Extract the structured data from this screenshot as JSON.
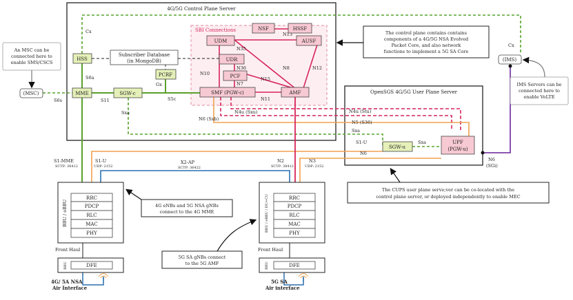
{
  "servers": {
    "control_plane_title": "4G/5G Control Plane Server",
    "user_plane_title": "OpenSGS 4G/5G User Plane Server"
  },
  "sbi": {
    "title": "SBI Connections"
  },
  "nodes": {
    "nsf": "NSF",
    "hssf": "HSSF",
    "udm": "UDM",
    "ausf": "AUSF",
    "udr": "UDR",
    "pcf": "PCF",
    "smf": "SMF (PGW-c)",
    "amf": "AMF",
    "hss": "HSS",
    "mme": "MME",
    "sgwc": "SGW-c",
    "pcrf": "PCRF",
    "subscriber_db_line1": "Subscriber Database",
    "subscriber_db_line2": "(in MongoDB)",
    "msc": "(MSC)",
    "ims": "(IMS)",
    "sgwu": "SGW-u",
    "upf_line1": "UPF",
    "upf_line2": "(PGW-u)"
  },
  "interfaces": {
    "cx_left": "Cx",
    "cx_right": "Cx",
    "s6a": "S6a",
    "s6s": "S6s",
    "s11": "S11",
    "s5c": "S5c",
    "gx": "Gx",
    "sxa_cp": "Sxa",
    "n13": "N13",
    "n35": "N35",
    "n36": "N36",
    "n7": "N7",
    "n10": "N10",
    "n8": "N8",
    "n12": "N12",
    "n15": "N15",
    "n11": "N11",
    "n4u_sxu": "N4u (Sxu)",
    "n6_sxb": "N6 (Sxb)",
    "n4u_stu": "N4u (Stu)",
    "n5_s36": "N5 (S36)",
    "sxa_up": "Sxa",
    "s1u_up": "S1-U",
    "sxa_sgw": "Sxa",
    "n6_up": "N6",
    "n6_sgi_line1": "N6",
    "n6_sgi_line2": "(SGi)",
    "s1_mme": "S1-MME",
    "s1_mme_port": "SCTP: 36412",
    "s1_u": "S1-U",
    "s1_u_port": "UDP: 2152",
    "x2_ap": "X2-AP",
    "x2_ap_port": "SCTP: 36422",
    "n2": "N2",
    "n2_port": "SCTP: 38412",
    "n3": "N3",
    "n3_port": "UDP: 2152"
  },
  "notes": {
    "control_plane": [
      "The control plane contains contains",
      "components of a 4G/5G NSA Evolved",
      "Packet Core, and also network",
      "functions to implement a 5G SA Core"
    ],
    "msc": [
      "An MSC can be",
      "connected here to",
      "enable SMS/CSCS"
    ],
    "ims": [
      "IMS Servers can be",
      "connected here to",
      "enable VoLTE"
    ],
    "cups": [
      "The CUPS user plane serve;ver can be co-located with the",
      "control plane server, or deployed independently to enable MEC"
    ],
    "enb": [
      "4G eNBs and 5G NSA gNBs",
      "connect to the 4G MME"
    ],
    "gnb": [
      "5G SA gNBs connect",
      "to the 5G AMF"
    ]
  },
  "stack_left": {
    "side_label": "BBU / eBBU",
    "layers": [
      "RRC",
      "PDCP",
      "RLC",
      "MAC",
      "PHY"
    ],
    "front_haul": "Front Haul",
    "rru_side": "RRU",
    "dfe": "DFE",
    "air_line1": "4G/ 5A NSA",
    "air_line2": "Air Interface"
  },
  "stack_right": {
    "side_label": "BBU / eBBU / DU+CU",
    "layers": [
      "RRC",
      "PDCP",
      "RLC",
      "MAC",
      "PHY"
    ],
    "front_haul": "Front Haul",
    "rru_side": "RRU",
    "dfe": "DFE",
    "air_line1": "5G SA",
    "air_line2": "Air interface"
  },
  "colors": {
    "green": "#5aa02c",
    "green_dash": "#55a32a",
    "orange": "#f0a050",
    "crimson": "#d6245a",
    "purple": "#7b3fa8",
    "blue": "#2a6fb0",
    "node_fill": "#f7c9d2",
    "epc_fill": "#e4f0b8"
  },
  "icons": {
    "antenna": "antenna-icon"
  }
}
